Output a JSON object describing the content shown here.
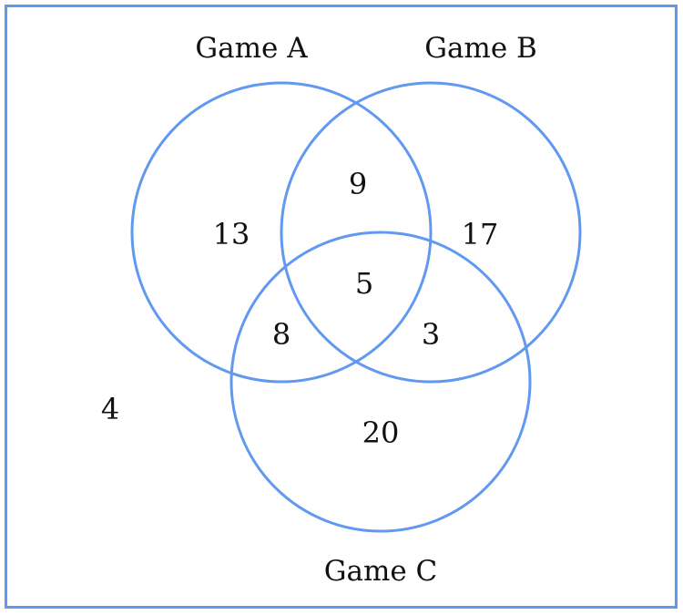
{
  "diagram": {
    "type": "venn-3-set",
    "accent_color": "#6199F0",
    "text_color": "#111111",
    "sets": {
      "a": "Game A",
      "b": "Game B",
      "c": "Game C"
    },
    "regions": {
      "only_a": "13",
      "only_b": "17",
      "only_c": "20",
      "a_and_b_only": "9",
      "a_and_c_only": "8",
      "b_and_c_only": "3",
      "a_b_and_c": "5",
      "none": "4"
    }
  }
}
